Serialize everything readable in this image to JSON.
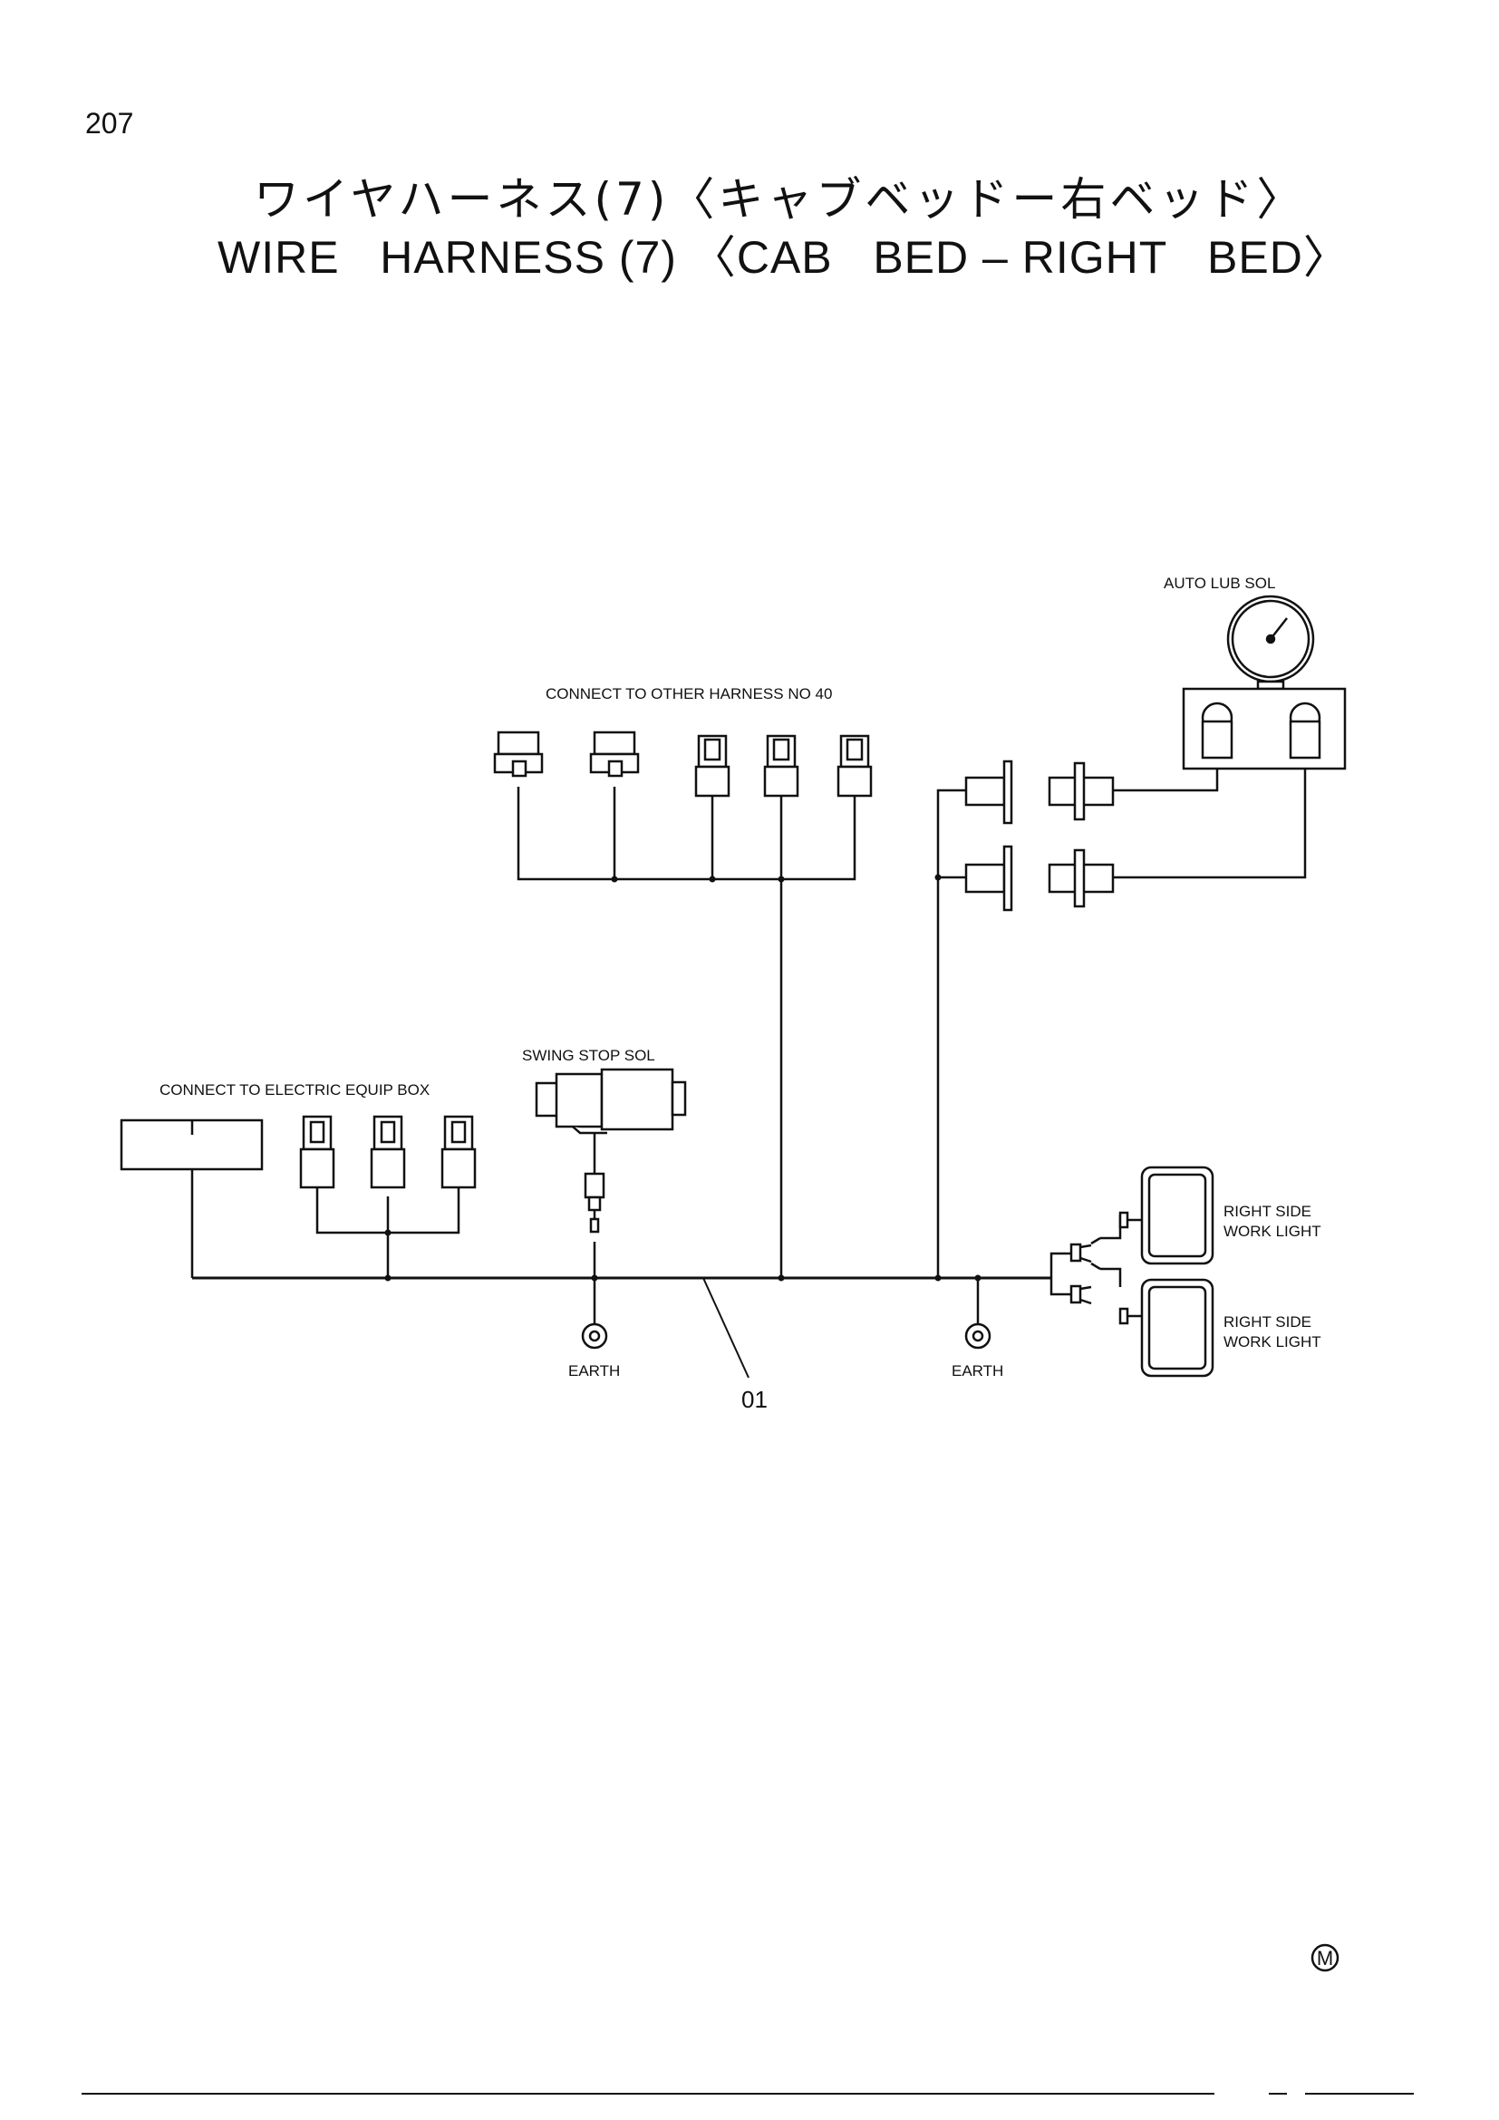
{
  "page": {
    "number": "207",
    "title_jp": "ワイヤハーネス(7)〈キャブベッドー右ベッド〉",
    "title_en": "WIRE   HARNESS (7) 〈CAB   BED – RIGHT   BED〉"
  },
  "labels": {
    "auto_lub_sol": "AUTO  LUB  SOL",
    "connect_other_harness": "CONNECT  TO  OTHER  HARNESS NO  40",
    "swing_stop_sol": "SWING  STOP  SOL",
    "connect_electric_box": "CONNECT  TO  ELECTRIC  EQUIP  BOX",
    "right_work_light_1_line1": "RIGHT  SIDE",
    "right_work_light_1_line2": "WORK  LIGHT",
    "right_work_light_2_line1": "RIGHT  SIDE",
    "right_work_light_2_line2": "WORK  LIGHT",
    "earth_1": "EARTH",
    "earth_2": "EARTH",
    "harness_ref": "01",
    "mark": "M"
  }
}
